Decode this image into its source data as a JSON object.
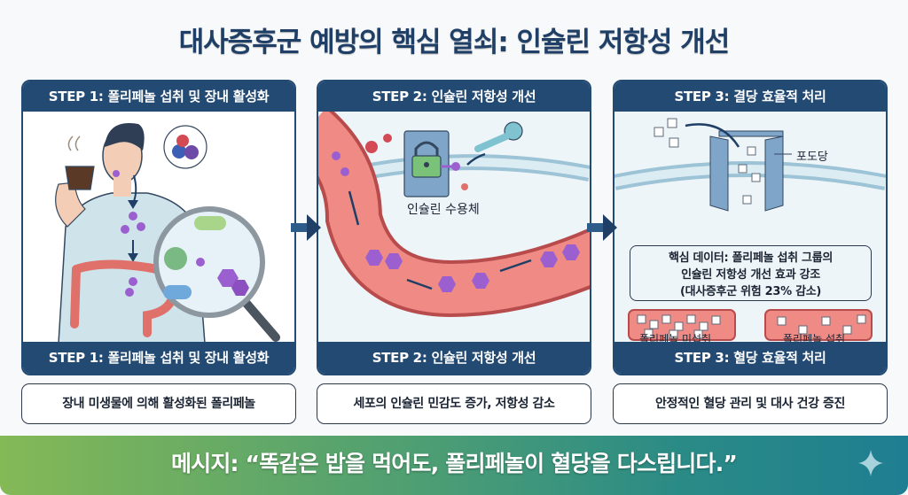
{
  "title": "대사증후군 예방의 핵심 열쇠: 인슐린 저항성 개선",
  "steps": [
    {
      "header": "STEP 1: 폴리페놀 섭취 및 장내 활성화",
      "footer": "STEP 1: 폴리페놀 섭취 및 장내 활성화",
      "caption": "장내 미생물에 의해 활성화된 폴리페놀"
    },
    {
      "header": "STEP 2: 인슐린 저항성 개선",
      "footer": "STEP 2: 인슐린 저항성 개선",
      "caption": "세포의 인슐린 민감도 증가, 저항성 감소",
      "receptor_label": "인슐린 수용체"
    },
    {
      "header": "STEP 3: 결당 효율적 처리",
      "footer": "STEP 3: 혈당 효율적 처리",
      "caption": "안정적인 혈당 관리 및 대사 건강 증진",
      "glucose_label": "포도당",
      "key_data": {
        "line1": "핵심 데이터: 폴리페놀 섭취 그룹의",
        "line2": "인슐린 저항성 개선 효과 강조",
        "line3": "(대사증후군 위험 23% 감소)"
      },
      "vessel_labels": [
        "폴리페놀 미섭취",
        "폴리페놀 섭취"
      ]
    }
  ],
  "message": "메시지: “똑같은 밥을 먹어도, 폴리페놀이 혈당을 다스립니다.”",
  "colors": {
    "navy": "#234a73",
    "title": "#1f3f66",
    "polyphenol": "#9b5fd0",
    "vessel": "#e0706a",
    "banner_start": "#84b956",
    "banner_end": "#1f7e91"
  },
  "icons": [
    "coffee-cup-icon",
    "berries-icon",
    "magnifier-icon",
    "bacteria-icon",
    "lock-icon",
    "key-icon",
    "door-icon",
    "glucose-cube-icon",
    "arrow-right-icon",
    "sparkle-icon"
  ]
}
